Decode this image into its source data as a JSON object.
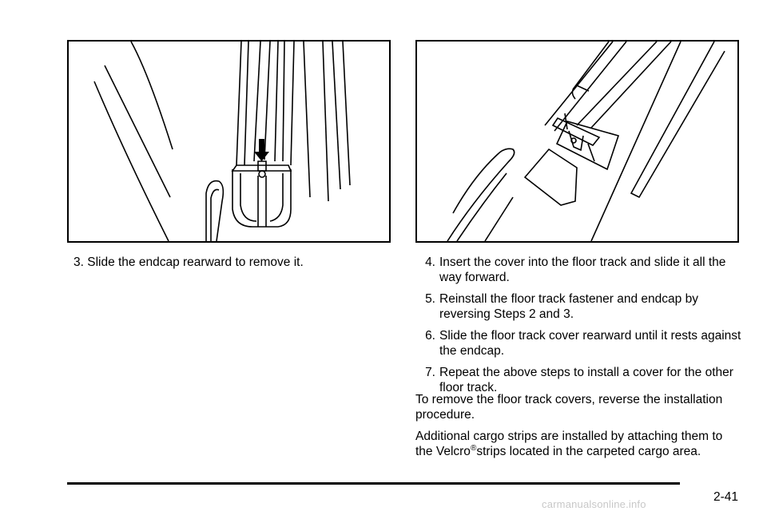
{
  "captions": {
    "left_step": "3. Slide the endcap rearward to remove it."
  },
  "steps": [
    {
      "num": "4.",
      "text": "Insert the cover into the floor track and slide it all the way forward."
    },
    {
      "num": "5.",
      "text": "Reinstall the floor track fastener and endcap by reversing Steps 2 and 3."
    },
    {
      "num": "6.",
      "text": "Slide the floor track cover rearward until it rests against the endcap."
    },
    {
      "num": "7.",
      "text": "Repeat the above steps to install a cover for the other floor track."
    }
  ],
  "paragraphs": {
    "remove": "To remove the floor track covers, reverse the installation procedure.",
    "cargo_before": "Additional cargo strips are installed by attaching them to the Velcro",
    "cargo_mark": "®",
    "cargo_after": "strips located in the carpeted cargo area."
  },
  "footer": {
    "page_number": "2-41",
    "watermark": "carmanualsonline.info"
  }
}
